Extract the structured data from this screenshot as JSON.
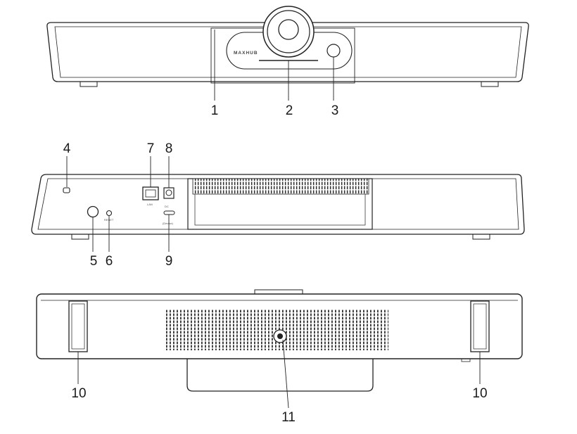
{
  "figure": {
    "front_view": {
      "brand_logo": "MAXHUB",
      "callouts": {
        "c1": "1",
        "c2": "2",
        "c3": "3"
      }
    },
    "rear_view": {
      "port_label_lan": "LAN",
      "port_label_dc": "DC",
      "port_label_device": "(Device)",
      "callouts": {
        "c4": "4",
        "c5": "5",
        "c6": "6",
        "c7": "7",
        "c8": "8",
        "c9": "9"
      }
    },
    "bottom_view": {
      "callouts": {
        "c10_left": "10",
        "c10_right": "10",
        "c11": "11"
      }
    }
  }
}
